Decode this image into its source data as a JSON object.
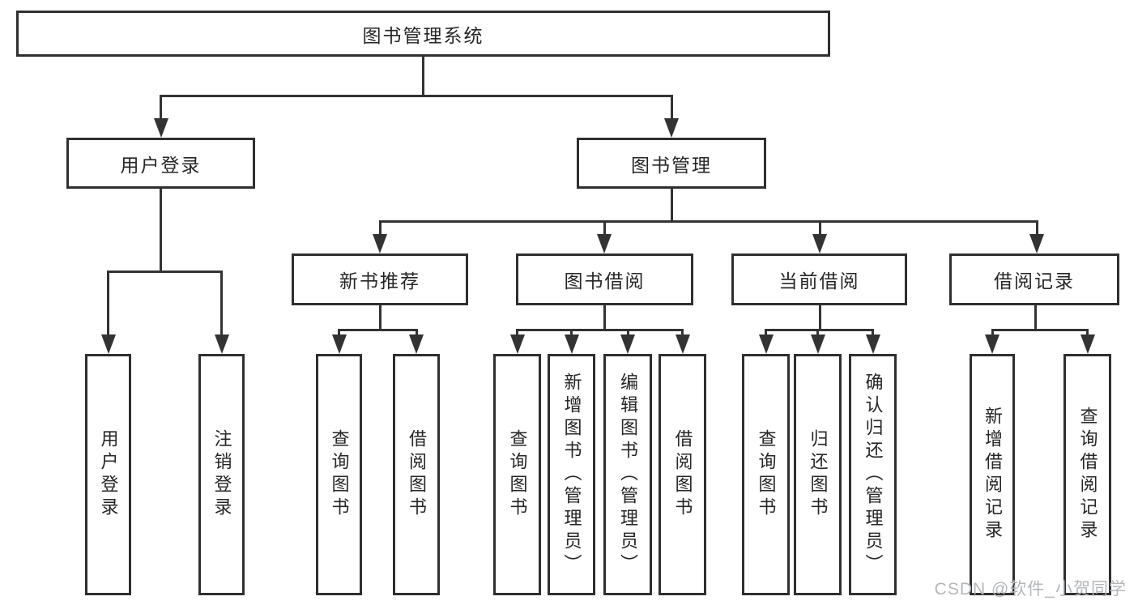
{
  "tree": {
    "root": {
      "label": "图书管理系统"
    },
    "children": [
      {
        "label": "用户登录",
        "children": [
          {
            "label": "用户登录"
          },
          {
            "label": "注销登录"
          }
        ]
      },
      {
        "label": "图书管理",
        "children": [
          {
            "label": "新书推荐",
            "children": [
              {
                "label": "查询图书"
              },
              {
                "label": "借阅图书"
              }
            ]
          },
          {
            "label": "图书借阅",
            "children": [
              {
                "label": "查询图书"
              },
              {
                "label": "新增图书（管理员）"
              },
              {
                "label": "编辑图书（管理员）"
              },
              {
                "label": "借阅图书"
              }
            ]
          },
          {
            "label": "当前借阅",
            "children": [
              {
                "label": "查询图书"
              },
              {
                "label": "归还图书"
              },
              {
                "label": "确认归还（管理员）"
              }
            ]
          },
          {
            "label": "借阅记录",
            "children": [
              {
                "label": "新增借阅记录"
              },
              {
                "label": "查询借阅记录"
              }
            ]
          }
        ]
      }
    ]
  },
  "watermark": {
    "text": "CSDN @软件_小贺同学"
  },
  "colors": {
    "line": "#333333",
    "box_border": "#2f2f2f",
    "text": "#262626",
    "watermark": "#b4b7ba",
    "background": "#ffffff"
  }
}
